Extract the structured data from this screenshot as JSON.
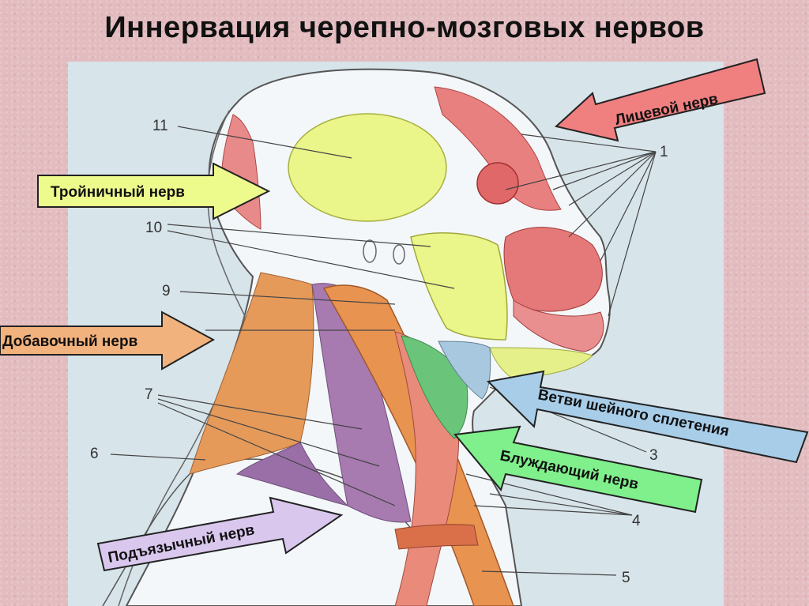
{
  "title": "Иннервация черепно-мозговых нервов",
  "labels": {
    "facial": "Лицевой нерв",
    "trigeminal": "Тройничный нерв",
    "accessory": "Добавочный нерв",
    "cervical": "Ветви шейного сплетения",
    "vagus": "Блуждающий нерв",
    "hypoglossal": "Подъязычный нерв"
  },
  "numbers": {
    "n1": "1",
    "n3": "3",
    "n4": "4",
    "n5": "5",
    "n6": "6",
    "n7": "7",
    "n9": "9",
    "n10": "10",
    "n11": "11"
  },
  "colors": {
    "facial": "#f08080",
    "trigeminal": "#eaf98a",
    "accessory": "#f2b07a",
    "cervical": "#a9cde6",
    "vagus": "#7ef08a",
    "hypoglossal": "#d8c6ec"
  }
}
